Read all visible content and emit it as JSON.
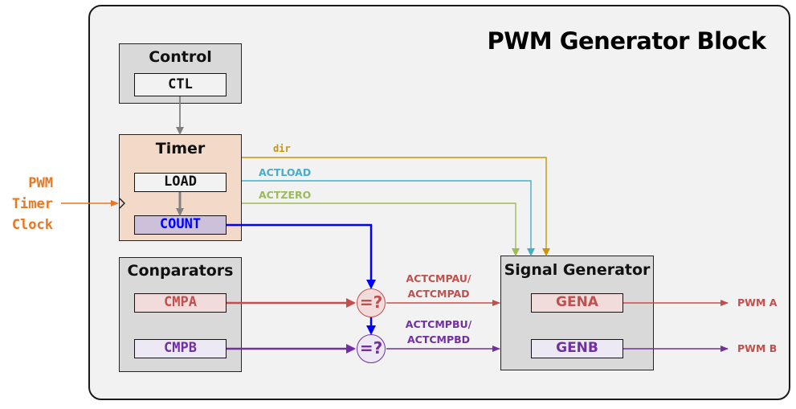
{
  "title": "PWM Generator Block",
  "clock_input": {
    "lines": [
      "PWM",
      "Timer",
      "Clock"
    ]
  },
  "control": {
    "title": "Control",
    "register": "CTL"
  },
  "timer": {
    "title": "Timer",
    "load": "LOAD",
    "count": "COUNT"
  },
  "comparators": {
    "title": "Conparators",
    "cmpa": "CMPA",
    "cmpb": "CMPB"
  },
  "signal_generator": {
    "title": "Signal Generator",
    "gena": "GENA",
    "genb": "GENB"
  },
  "signals": {
    "dir": "dir",
    "actload": "ACTLOAD",
    "actzero": "ACTZERO",
    "cmpa_action_line1": "ACTCMPAU/",
    "cmpa_action_line2": "ACTCMPAD",
    "cmpb_action_line1": "ACTCMPBU/",
    "cmpb_action_line2": "ACTCMPBD"
  },
  "comparator_nodes": {
    "a": "=?",
    "b": "=?"
  },
  "outputs": {
    "pwm_a": "PWM A",
    "pwm_b": "PWM B"
  },
  "colors": {
    "clock": "#e87722",
    "dir": "#c8960c",
    "actload": "#4bacc6",
    "actzero": "#9bbb59",
    "count": "#0000ff",
    "channel_a": "#c0504d",
    "channel_b": "#7030a0"
  }
}
